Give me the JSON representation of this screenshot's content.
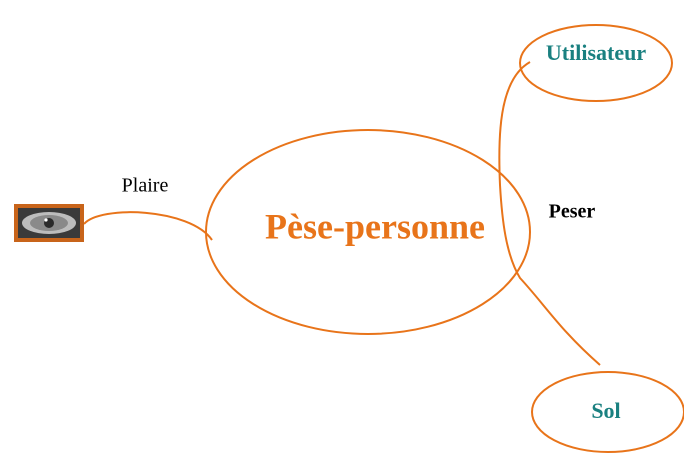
{
  "colors": {
    "line": "#e8741a",
    "main_text": "#e8741a",
    "secondary_text": "#1a8080",
    "edge_label": "#000000",
    "actor_border": "#c8641a"
  },
  "nodes": {
    "main": {
      "label": "Pèse-personne"
    },
    "user": {
      "label": "Utilisateur"
    },
    "floor": {
      "label": "Sol"
    },
    "actor": {
      "icon": "eye-icon"
    }
  },
  "edges": {
    "please": {
      "label": "Plaire"
    },
    "weigh": {
      "label": "Peser"
    }
  }
}
